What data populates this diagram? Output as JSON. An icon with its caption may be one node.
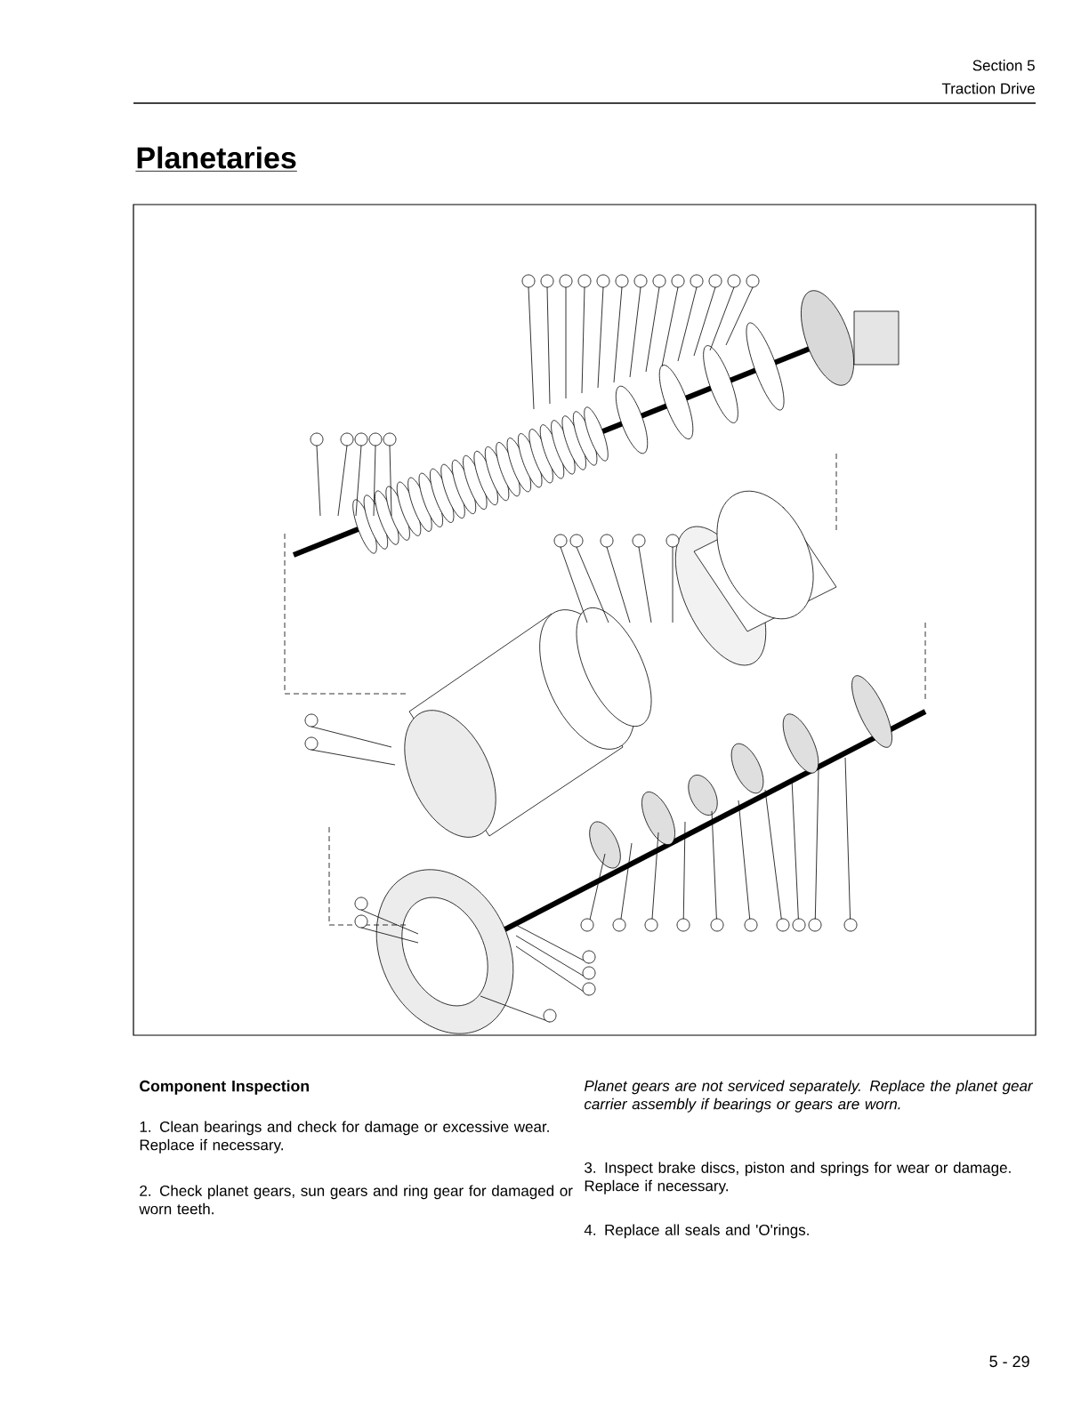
{
  "diagram": {
    "title": "Planetaries",
    "labels": [
      "Section 5",
      "Traction Drive",
      "Component Inspection",
      "1. Clean bearings and check for damage or excessive wear.  Replace if necessary.",
      "2. Check planet gears, sun gears and ring gear for damaged or worn teeth.",
      "Planet gears are not serviced separately.  Replace the planet gear carrier assembly if bearings or gears are worn.",
      "3. Inspect brake discs, piston and springs for wear or damage. Replace if necessary.",
      "4. Replace all seals and 'O'rings.",
      "5 - 29"
    ]
  }
}
